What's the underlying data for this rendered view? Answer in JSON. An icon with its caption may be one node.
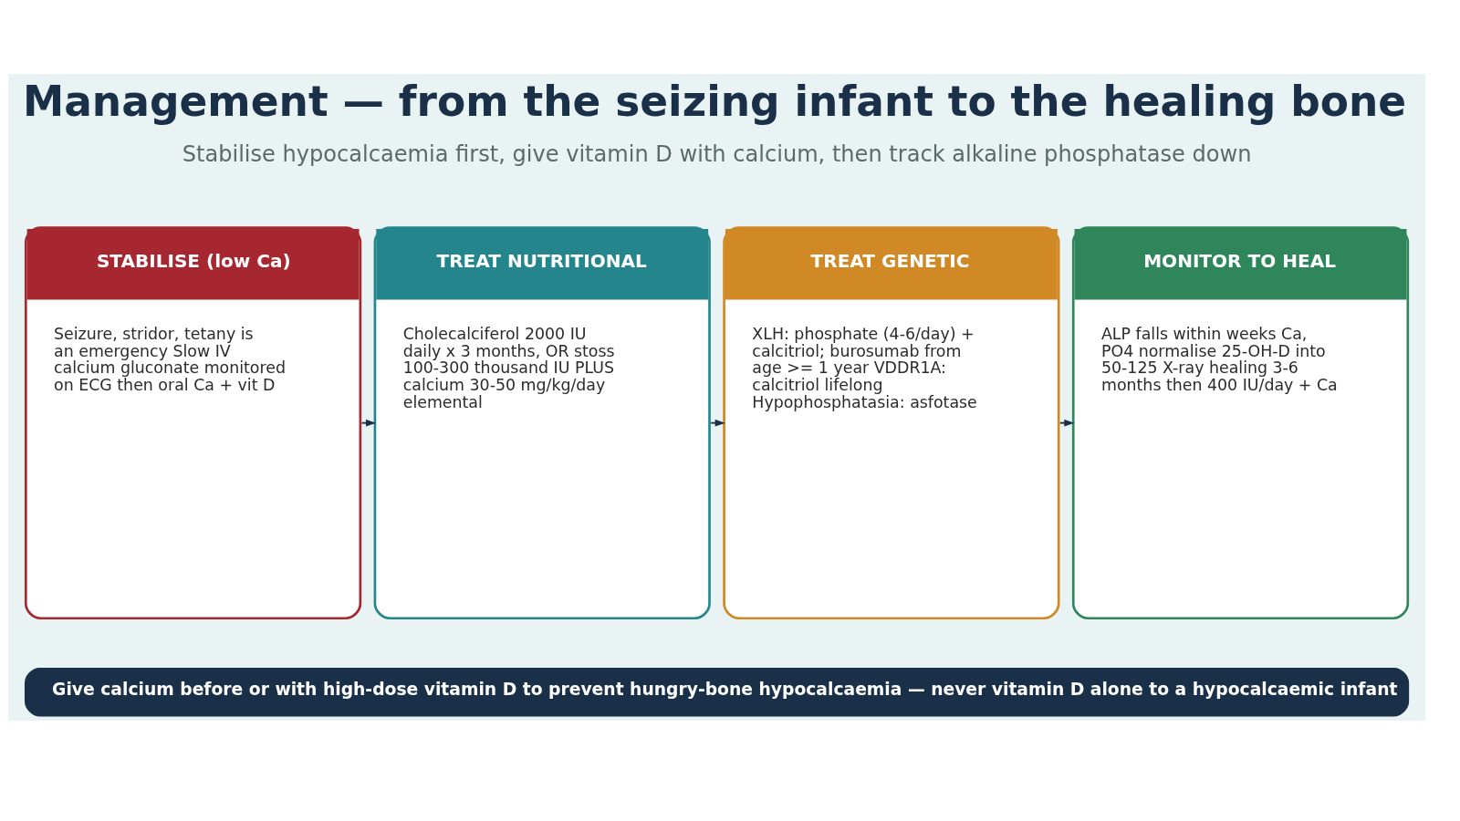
{
  "diagram": {
    "title": "Management — from the seizing infant to the healing bone",
    "nodes": [
      {
        "text": [
          "STABILISE (low Ca)",
          "Seizure, stridor, tetany is an emergency Slow IV calcium gluconate monitored on ECG then oral Ca + vit D"
        ]
      },
      {
        "text": [
          "TREAT NUTRITIONAL",
          "Cholecalciferol 2000 IU daily x 3 months, OR stoss 100-300 thousand IU PLUS calcium 30-50 mg/kg/day elemental"
        ]
      },
      {
        "text": [
          "TREAT GENETIC",
          "XLH: phosphate (4-6/day) + calcitriol; burosumab from age >= 1 year VDDR1A: calcitriol lifelong Hypophosphatasia: asfotase"
        ]
      },
      {
        "text": [
          "MONITOR TO HEAL",
          "ALP falls within weeks Ca, PO4 normalise 25-OH-D into 50-125 X-ray healing 3-6 months then 400 IU/day + Ca"
        ]
      },
      {
        "text": [
          "Give calcium before or with high-dose vitamin D to prevent hungry-bone hypocalcaemia — never vitamin D alone to a hypocalcaemic infant"
        ]
      }
    ],
    "edges": [
      {
        "from": 0,
        "to": 1,
        "arrow": "to"
      },
      {
        "from": 1,
        "to": 2,
        "arrow": "to"
      },
      {
        "from": 2,
        "to": 3,
        "arrow": "to"
      }
    ],
    "labels": [
      "Stabilise hypocalcaemia first, give vitamin D with calcium, then track alkaline phosphatase down"
    ]
  }
}
